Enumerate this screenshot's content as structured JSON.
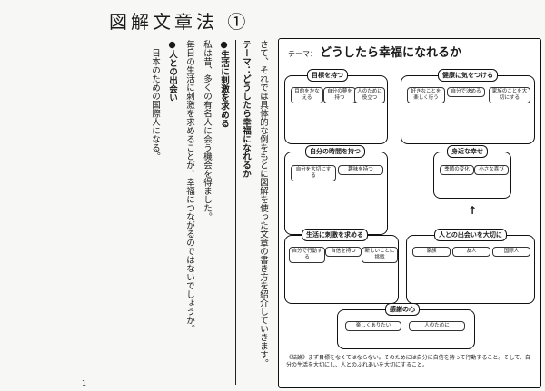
{
  "header": {
    "title": "図解文章法",
    "number": "①"
  },
  "left_page": {
    "paragraphs": [
      "さて、それでは具体的な例をもとに図解を使った文章の書き方を紹介していきます。",
      "テーマ：どうしたら幸福になれるか",
      "●生活に刺激を求める",
      "私は昔、多くの有名人に会う機会を得ました。",
      "毎日の生活に刺激を求めることが、幸福につながるのではないでしょうか。",
      "●人との出会い",
      "一日本のための国際人になる。"
    ]
  },
  "diagram": {
    "title_prefix": "テーマ：",
    "title": "どうしたら幸福になれるか",
    "groups": [
      {
        "label": "目標を持つ",
        "items": [
          "目的をかなえる",
          "自分の夢を持つ",
          "人のために役立つ"
        ]
      },
      {
        "label": "健康に気をつける",
        "items": [
          "好きなことを楽しく行う",
          "自分で決める",
          "家族のことを大切にする"
        ]
      },
      {
        "label": "自分の時間を持つ",
        "items": [
          "自分を大切にする",
          "趣味を持つ"
        ]
      },
      {
        "label": "身近な幸せ",
        "items": [
          "季節の変化",
          "小さな喜び"
        ]
      },
      {
        "label": "生活に刺激を求める",
        "items": [
          "自分で行動する",
          "自信を持つ",
          "新しいことに挑戦"
        ]
      },
      {
        "label": "人との出会いを大切に",
        "items": [
          "家族",
          "友人",
          "国際人"
        ]
      },
      {
        "label": "感謝の心",
        "items": [
          "楽しくありたい",
          "人のために"
        ]
      }
    ],
    "summary": "《結論》まず目標をなくてはならない。そのためには自分に自信を持って行動すること。そして、自分の生活を大切にし、人とのふれあいを大切にすること。"
  },
  "page_numbers": {
    "left": "1"
  }
}
